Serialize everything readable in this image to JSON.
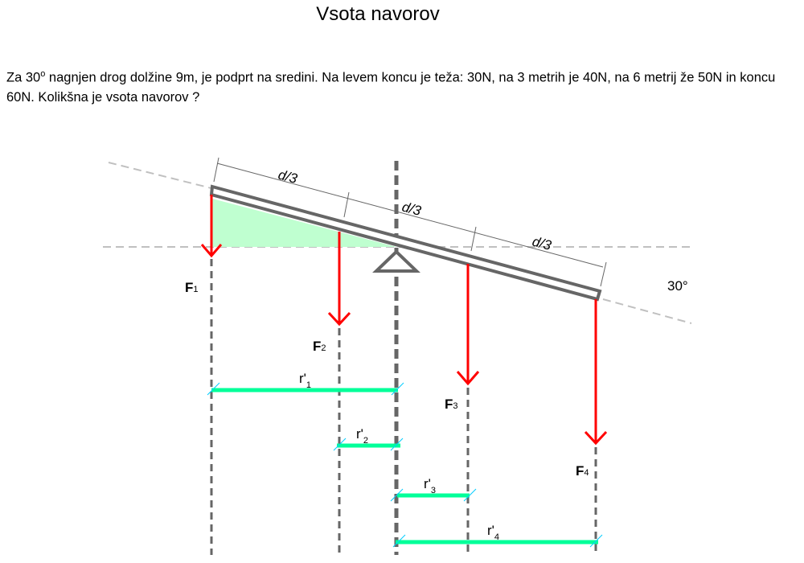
{
  "title": "Vsota navorov",
  "problem": {
    "part1": "Za 30",
    "deg": "o",
    "part2": " nagnjen drog dolžine 9m, je podprt na sredini. Na levem koncu je teža: 30N, na 3 metrih je 40N, na 6 metrij že 50N in koncu 60N. Kolikšna je vsota navorov ?"
  },
  "diagram": {
    "angle_label": "30°",
    "segment_labels": [
      "d/3",
      "d/3",
      "d/3"
    ],
    "forces": [
      {
        "name": "F",
        "index": "1"
      },
      {
        "name": "F",
        "index": "2"
      },
      {
        "name": "F",
        "index": "3"
      },
      {
        "name": "F",
        "index": "4"
      }
    ],
    "arms": [
      {
        "name": "r'",
        "index": "1"
      },
      {
        "name": "r'",
        "index": "2"
      },
      {
        "name": "r'",
        "index": "3"
      },
      {
        "name": "r'",
        "index": "4"
      }
    ],
    "colors": {
      "force": "#ff0000",
      "arm": "#00ff99",
      "beam": "#666666",
      "area": "#bfffd0",
      "guide": "#c0c0c0"
    }
  }
}
